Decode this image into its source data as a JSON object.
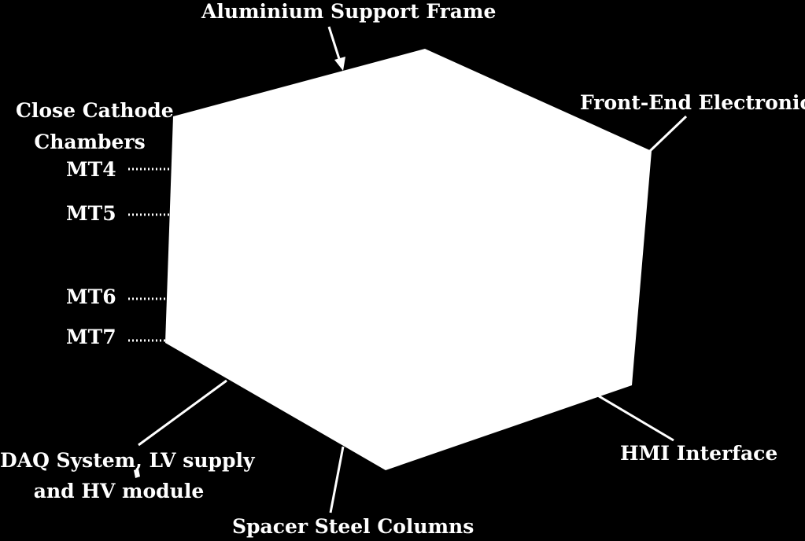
{
  "colors": {
    "background": "#000000",
    "foreground": "#ffffff"
  },
  "labels": {
    "support_frame": "Aluminium Support Frame",
    "cathode_line1": "Close Cathode",
    "cathode_line2": "Chambers",
    "mt4": "MT4",
    "mt5": "MT5",
    "mt6": "MT6",
    "mt7": "MT7",
    "front_end": "Front-End Electronics",
    "hmi": "HMI Interface",
    "daq_line1": "DAQ System, LV supply",
    "daq_line2": "and HV module",
    "spacer": "Spacer Steel Columns"
  },
  "icons": {
    "pointer": "arrow-icon"
  }
}
